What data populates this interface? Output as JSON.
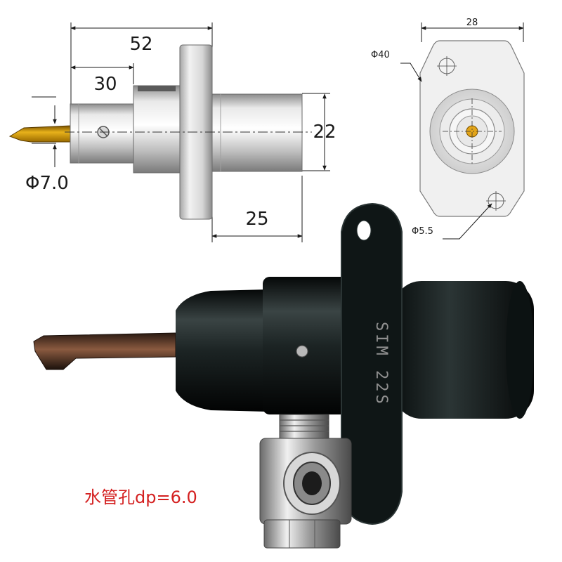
{
  "side_view": {
    "dim_total_length": "52",
    "dim_shank_length": "30",
    "dim_tip_diameter": "Φ7.0",
    "dim_body_diameter": "22",
    "dim_rear_length": "25"
  },
  "front_view": {
    "dim_width": "28",
    "dim_outer_diameter": "Φ40",
    "dim_hole_diameter": "Φ5.5"
  },
  "product_photo": {
    "engraving": "SIM 22S"
  },
  "note": {
    "text": "水管孔dp=6.0",
    "color": "#d42020"
  }
}
